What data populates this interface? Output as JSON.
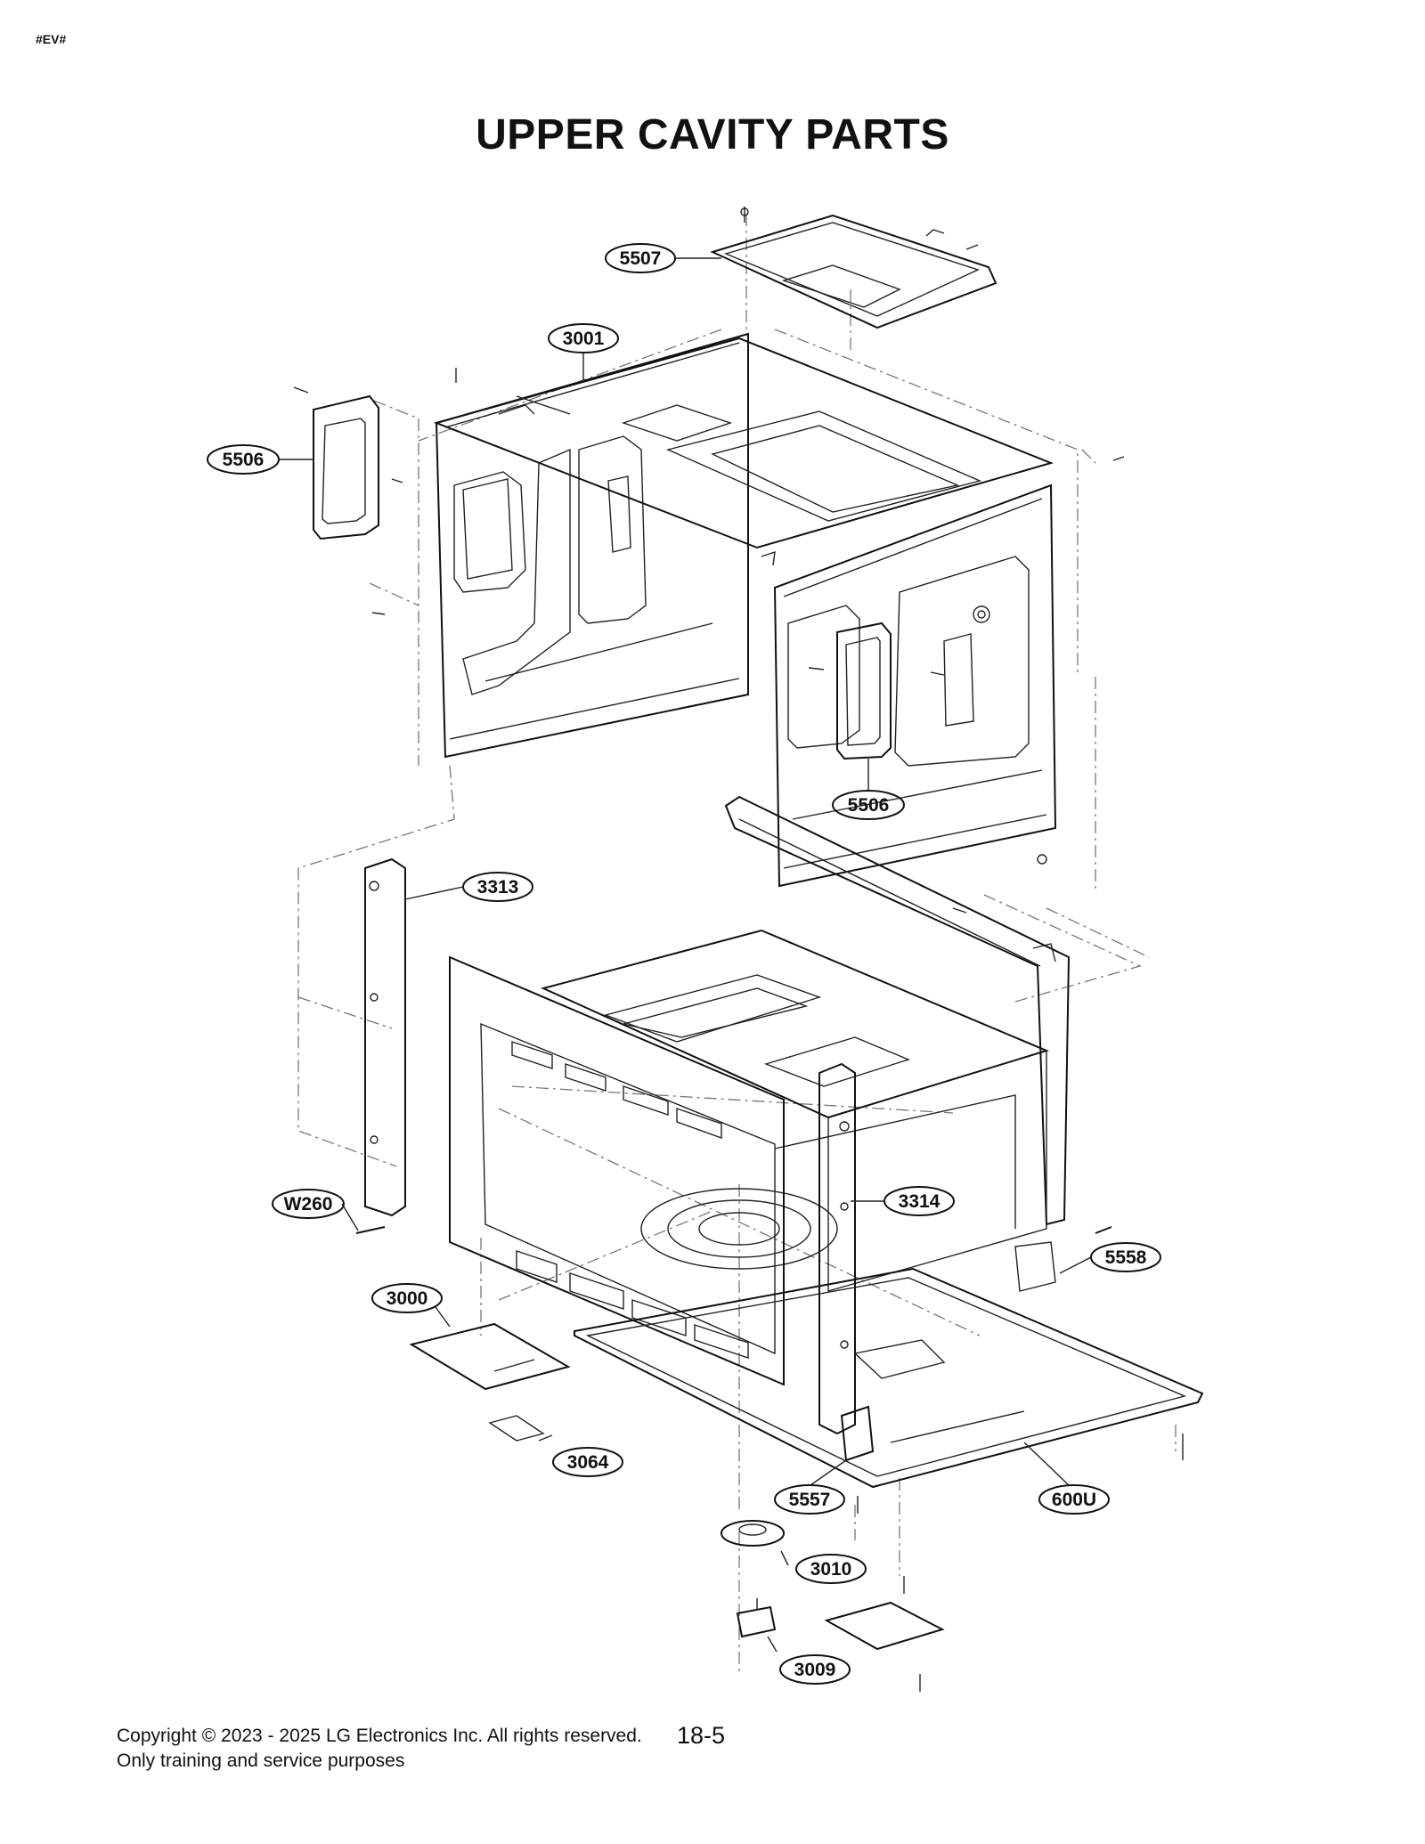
{
  "header": {
    "tag": "#EV#",
    "title": "UPPER CAVITY PARTS"
  },
  "callouts": [
    {
      "id": "5507",
      "label": "5507"
    },
    {
      "id": "3001",
      "label": "3001"
    },
    {
      "id": "5506a",
      "label": "5506"
    },
    {
      "id": "5506b",
      "label": "5506"
    },
    {
      "id": "3313",
      "label": "3313"
    },
    {
      "id": "W260",
      "label": "W260"
    },
    {
      "id": "3314",
      "label": "3314"
    },
    {
      "id": "5558",
      "label": "5558"
    },
    {
      "id": "3000",
      "label": "3000"
    },
    {
      "id": "3064",
      "label": "3064"
    },
    {
      "id": "5557",
      "label": "5557"
    },
    {
      "id": "600U",
      "label": "600U"
    },
    {
      "id": "3010",
      "label": "3010"
    },
    {
      "id": "3009",
      "label": "3009"
    }
  ],
  "footer": {
    "copyright": "Copyright © 2023 - 2025 LG Electronics Inc. All rights reserved.",
    "note": "Only training and service purposes",
    "page": "18-5"
  }
}
